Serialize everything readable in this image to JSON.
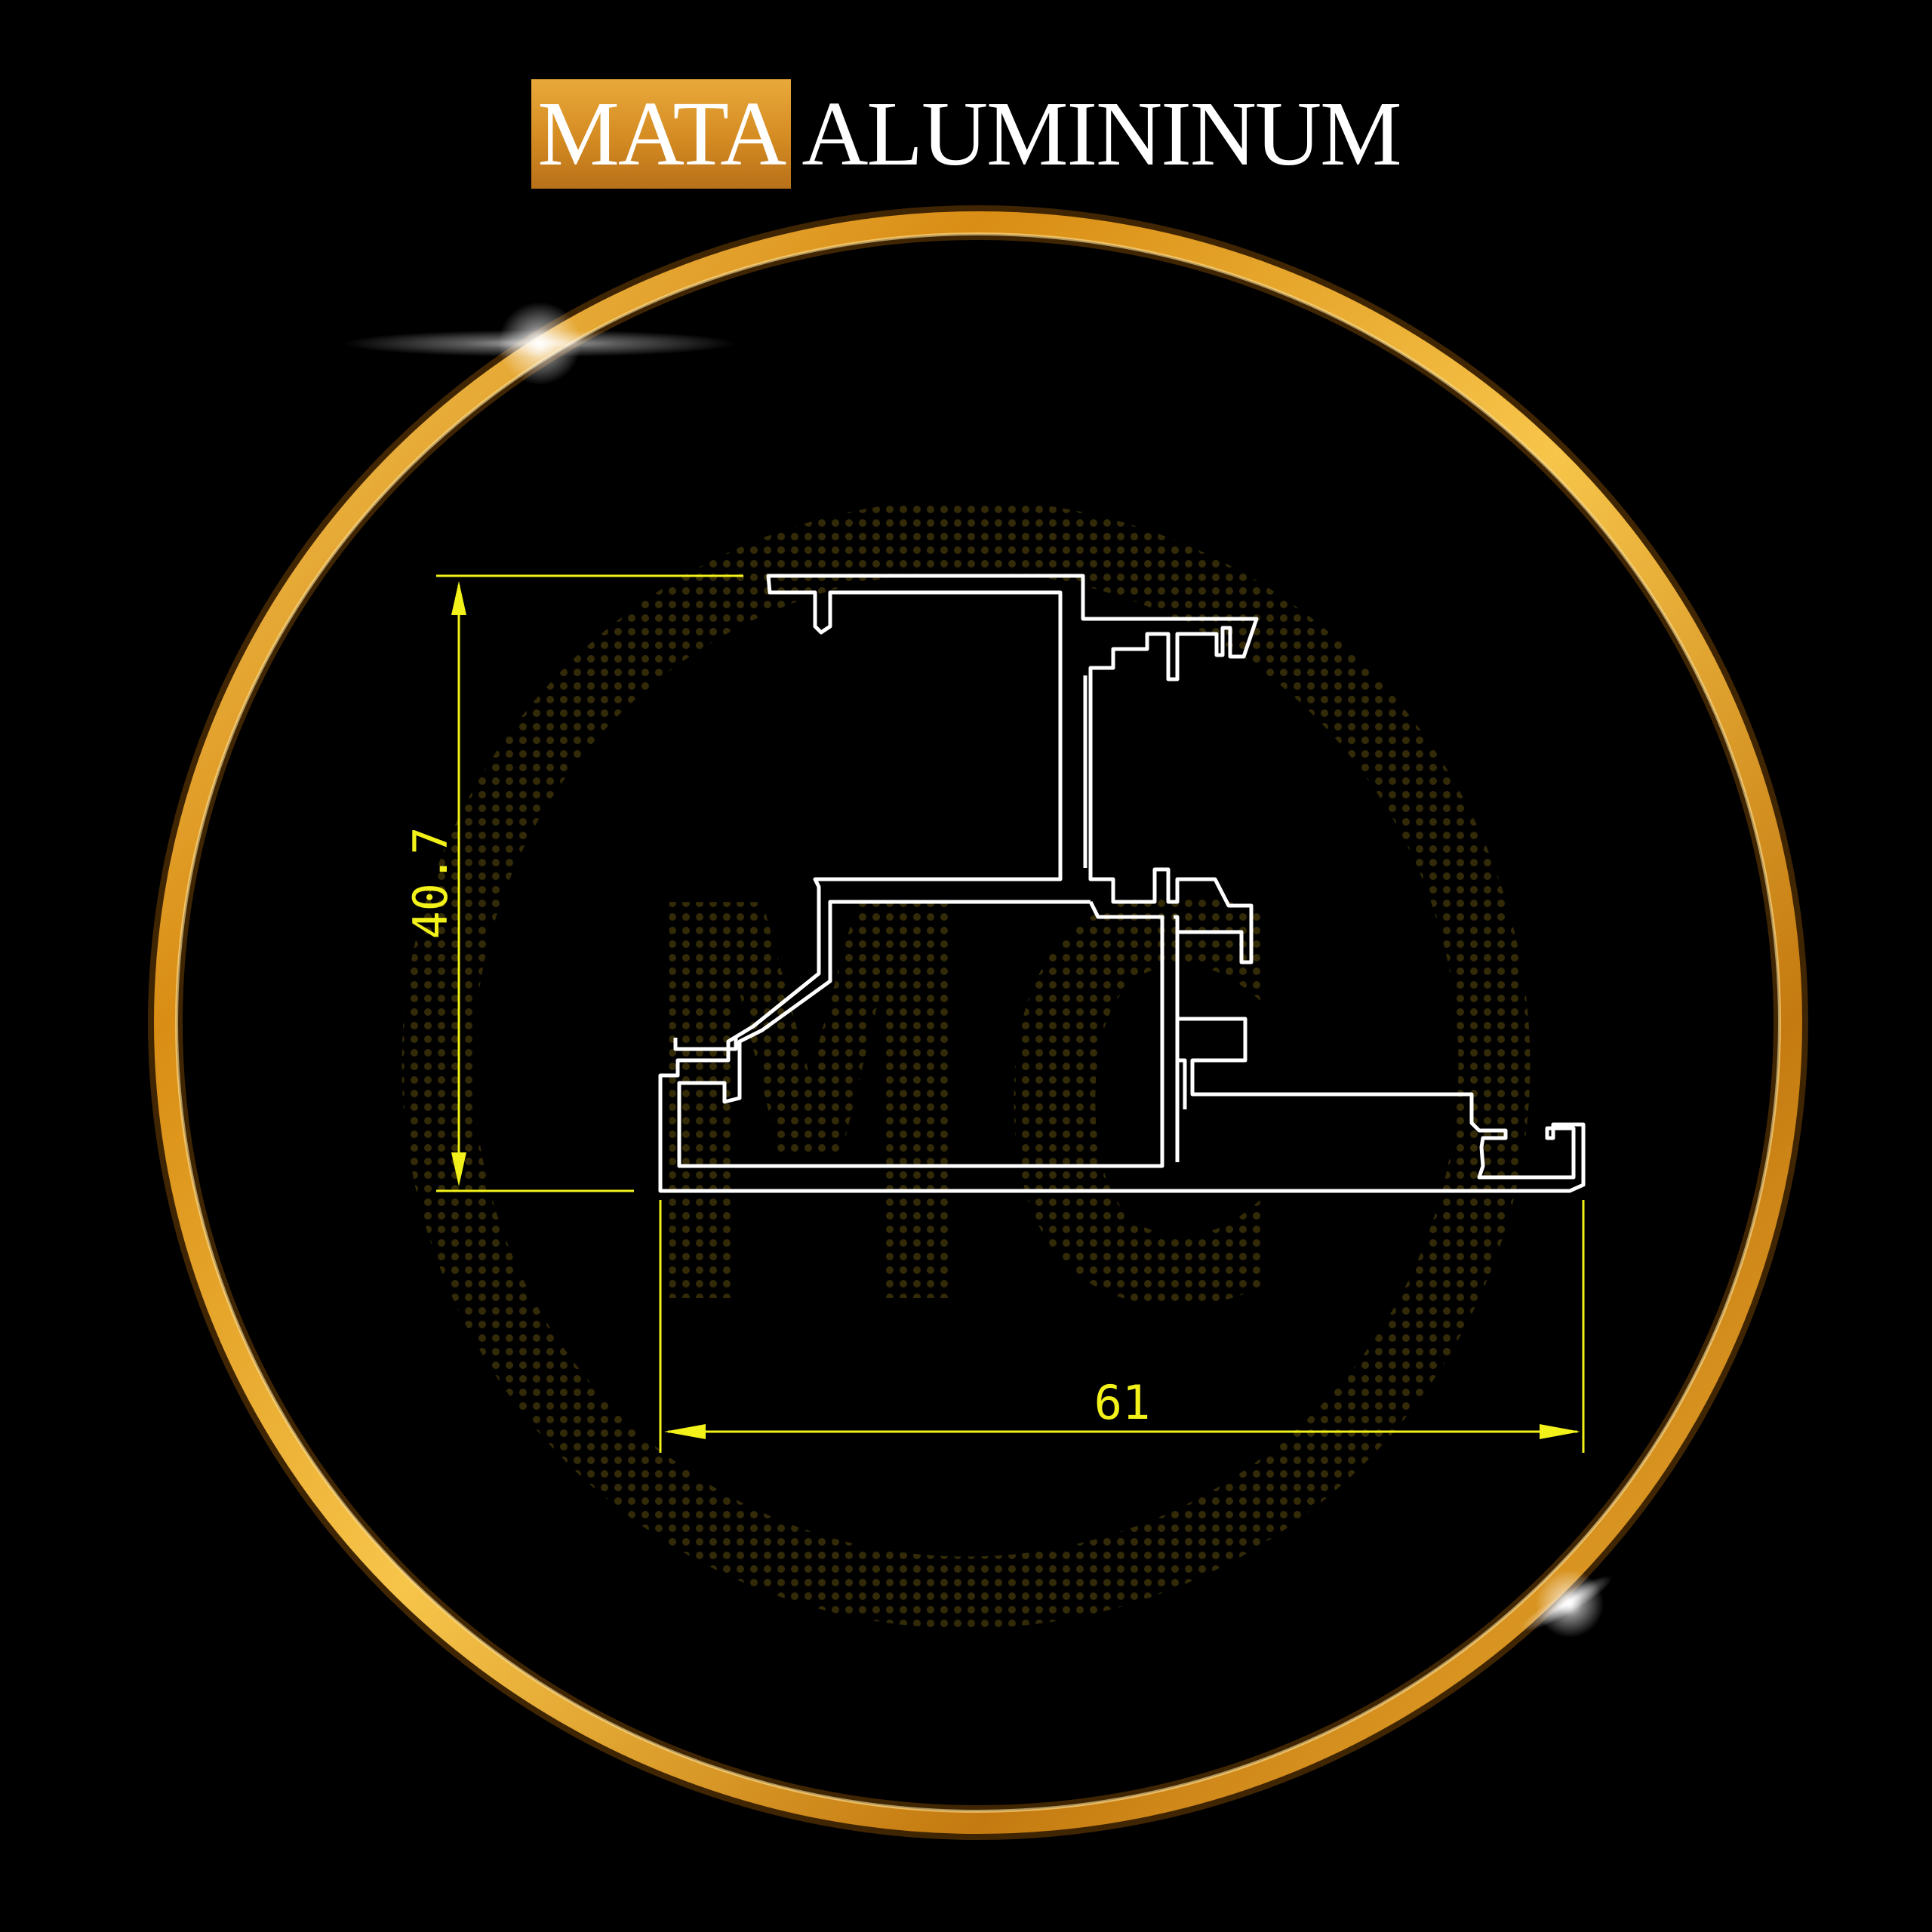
{
  "brand": {
    "highlight": "MATA",
    "rest": "ALUMININUM"
  },
  "dimensions": {
    "height_label": "40.7",
    "width_label": "61"
  },
  "watermark": {
    "letters": "MC"
  },
  "colors": {
    "background": "#000000",
    "ring_gold": "#e3a21f",
    "profile_line": "#ffffff",
    "dimension_line": "#f2f21a",
    "brand_box": "#d4901f",
    "watermark": "#6a5a10"
  }
}
